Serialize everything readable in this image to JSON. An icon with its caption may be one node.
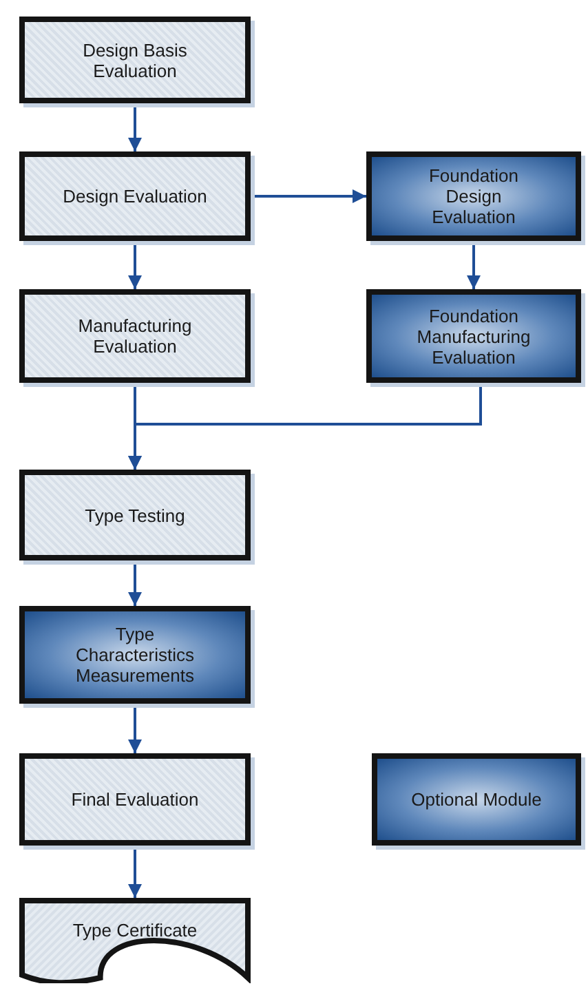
{
  "diagram": {
    "nodes": [
      {
        "text": [
          "Design Basis Evaluation"
        ]
      },
      {
        "text": [
          "Design Evaluation"
        ]
      },
      {
        "text": [
          "Foundation Design Evaluation"
        ]
      },
      {
        "text": [
          "Manufacturing Evaluation"
        ]
      },
      {
        "text": [
          "Foundation Manufacturing Evaluation"
        ]
      },
      {
        "text": [
          "Type Testing"
        ]
      },
      {
        "text": [
          "Type Characteristics Measurements"
        ]
      },
      {
        "text": [
          "Final Evaluation"
        ]
      },
      {
        "text": [
          "Optional Module"
        ]
      },
      {
        "text": [
          "Type Certificate"
        ]
      }
    ],
    "edges": [
      {
        "from": 0,
        "to": 1,
        "arrow": "to"
      },
      {
        "from": 1,
        "to": 2,
        "arrow": "to"
      },
      {
        "from": 1,
        "to": 3,
        "arrow": "to"
      },
      {
        "from": 2,
        "to": 4,
        "arrow": "to"
      },
      {
        "from": 3,
        "to": 5,
        "arrow": "to"
      },
      {
        "from": 4,
        "to": 5,
        "arrow": "to"
      },
      {
        "from": 5,
        "to": 6,
        "arrow": "to"
      },
      {
        "from": 6,
        "to": 7,
        "arrow": "to"
      },
      {
        "from": 7,
        "to": 9,
        "arrow": "to"
      }
    ]
  }
}
